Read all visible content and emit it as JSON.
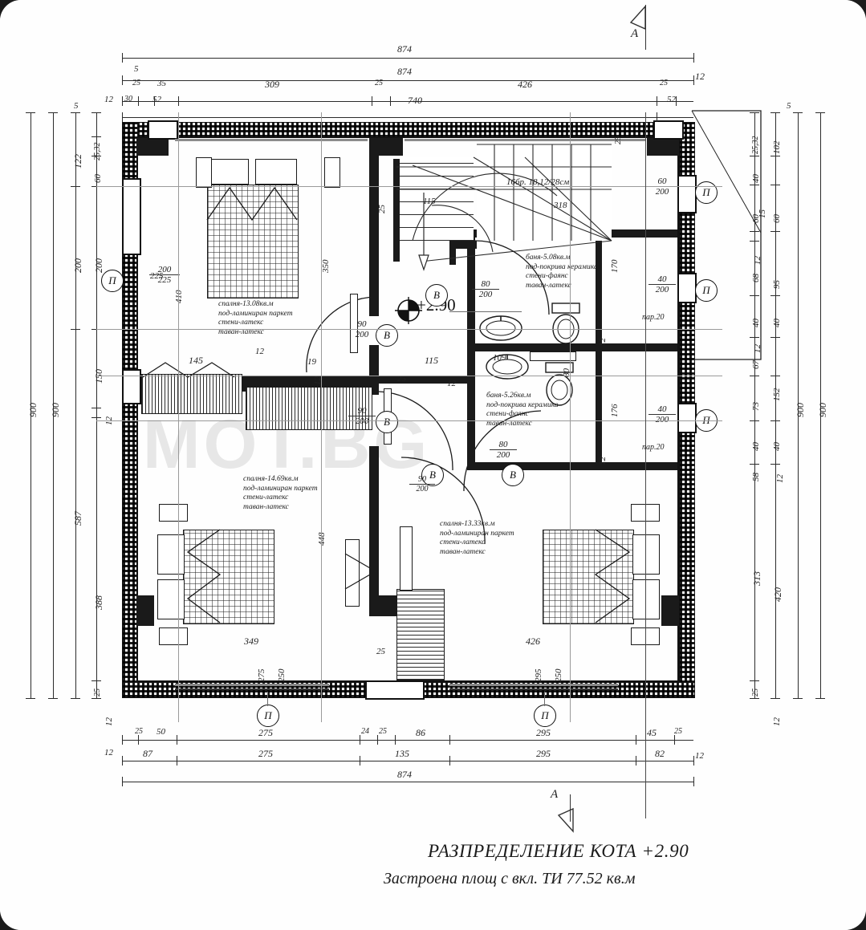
{
  "drawing": {
    "title_line1": "РАЗПРЕДЕЛЕНИЕ КОТА   +2.90",
    "title_line2": "Застроена площ  с вкл. ТИ 77.52 кв.м",
    "elevation_marker": "+2.90",
    "section_letter_top": "А",
    "section_letter_bottom": "А",
    "watermark": "IMOT.BG"
  },
  "rooms": [
    {
      "id": "bedroom-top-left",
      "name_line": "спалня-13.08кв.м",
      "floor": "под-ламиниран паркет",
      "walls": "стени-латекс",
      "ceiling": "таван-латекс"
    },
    {
      "id": "bathroom-upper",
      "name_line": "баня-5.08кв.м",
      "floor": "под-покрива керамика",
      "walls": "стени-фаянс",
      "ceiling": "таван-латекс"
    },
    {
      "id": "bathroom-lower",
      "name_line": "баня-5.26кв.м",
      "floor": "под-покрива керамика",
      "walls": "стени-фаянс",
      "ceiling": "таван-латекс"
    },
    {
      "id": "bedroom-bottom-left",
      "name_line": "спалня-14.69кв.м",
      "floor": "под-ламиниран паркет",
      "walls": "стени-латекс",
      "ceiling": "таван-латекс"
    },
    {
      "id": "bedroom-bottom-right",
      "name_line": "спалня-13.33кв.м",
      "floor": "под-ламиниран паркет",
      "walls": "стени-латекс",
      "ceiling": "таван-латекс"
    }
  ],
  "stairs": {
    "spec": "16бр. 18,12/28см",
    "run_dim": "318"
  },
  "openings": {
    "doors": [
      {
        "symbol": "В",
        "width": "90",
        "height": "200"
      },
      {
        "symbol": "В",
        "width": "90",
        "height": "200"
      },
      {
        "symbol": "В",
        "width": "90",
        "height": "200"
      },
      {
        "symbol": "В",
        "width": "80",
        "height": "200"
      },
      {
        "symbol": "В",
        "width": "80",
        "height": "200"
      }
    ],
    "windows": [
      {
        "symbol": "П",
        "width": "200",
        "height": "225",
        "note": ""
      },
      {
        "symbol": "П",
        "width": "60",
        "height": "200",
        "note": ""
      },
      {
        "symbol": "П",
        "width": "40",
        "height": "200",
        "note": "пар.20"
      },
      {
        "symbol": "П",
        "width": "40",
        "height": "200",
        "note": "пар.20"
      },
      {
        "symbol": "П",
        "width": "",
        "height": "",
        "note": ""
      },
      {
        "symbol": "П",
        "width": "",
        "height": "",
        "note": ""
      }
    ]
  },
  "dimensions": {
    "top": {
      "row1": [
        "874"
      ],
      "row2": [
        "874"
      ],
      "row3": [
        "5",
        "25",
        "35",
        "309",
        "25",
        "426",
        "25",
        "12"
      ],
      "row4": [
        "30",
        "52",
        "740",
        "52",
        "12"
      ]
    },
    "bottom": {
      "row1": [
        "25",
        "50",
        "275",
        "24",
        "25",
        "86",
        "295",
        "45",
        "25"
      ],
      "row2": [
        "87",
        "275",
        "135",
        "295",
        "82",
        "12"
      ],
      "row3": [
        "874"
      ],
      "extra_left": "12"
    },
    "left": {
      "outer": [
        "900",
        "900"
      ],
      "mid": [
        "122",
        "200",
        "150",
        "587",
        "388"
      ],
      "inner": [
        "25,32",
        "60",
        "200",
        "12",
        "25",
        "12",
        "5"
      ]
    },
    "right": {
      "outer": [
        "900",
        "900"
      ],
      "mid": [
        "102",
        "60",
        "95",
        "40",
        "152",
        "40",
        "420"
      ],
      "inner": [
        "25,32",
        "40",
        "60",
        "68",
        "40",
        "67",
        "73",
        "40",
        "313",
        "25",
        "5",
        "12"
      ],
      "leaders": [
        "15",
        "12",
        "12",
        "12",
        "58",
        "12"
      ]
    },
    "interior": [
      "410",
      "225",
      "350",
      "145",
      "12",
      "19",
      "25",
      "115",
      "12",
      "448",
      "349",
      "426",
      "275",
      "250",
      "295",
      "250",
      "24",
      "170",
      "176",
      "12",
      "12",
      "25",
      "12",
      "115",
      "80",
      "109",
      "115"
    ]
  },
  "colors": {
    "ink": "#1b1b1b",
    "thin": "#6d6d6d",
    "paper": "#fefefe"
  }
}
